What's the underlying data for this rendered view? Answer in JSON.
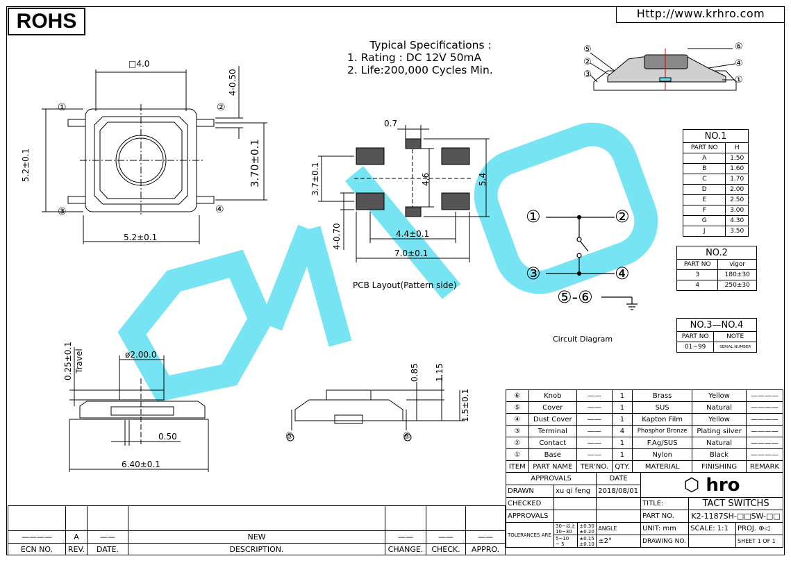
{
  "header": {
    "rohs": "ROHS",
    "url": "Http://www.krhro.com"
  },
  "specs": {
    "title": "Typical Specifications :",
    "line1": "1. Rating : DC 12V 50mA",
    "line2": "2. Life:200,000 Cycles Min."
  },
  "top_view": {
    "dim_top": "□4.0",
    "dim_bottom": "5.2±0.1",
    "dim_left": "5.2±0.1",
    "dim_right": "3.70±0.1",
    "dim_tr": "4-0.50",
    "pins": [
      "①",
      "②",
      "③",
      "④"
    ]
  },
  "pcb": {
    "caption": "PCB Layout(Pattern side)",
    "d07": "0.7",
    "d37": "3.7±0.1",
    "d46": "4.6",
    "d54": "5.4",
    "d44": "4.4±0.1",
    "d70": "7.0±0.1",
    "d470": "4-0.70"
  },
  "circuit": {
    "caption": "Circuit Diagram",
    "n1": "①",
    "n2": "②",
    "n3": "③",
    "n4": "④",
    "n56": "⑤-⑥"
  },
  "iso": {
    "labels": [
      "⑤",
      "⑥",
      "④",
      "②",
      "③",
      "①"
    ]
  },
  "side_left": {
    "d_travel": "0.25±0.1",
    "travel": "Travel",
    "d_knob": "ø2.00.0",
    "d_base": "0.50",
    "d_width": "6.40±0.1"
  },
  "side_right": {
    "d085": "0.85",
    "d115": "1.15",
    "d15": "1.5±0.1",
    "p5": "⑤",
    "p6": "⑥"
  },
  "no1": {
    "title": "NO.1",
    "col1": "PART NO",
    "col2": "H",
    "rows": [
      [
        "A",
        "1.50"
      ],
      [
        "B",
        "1.60"
      ],
      [
        "C",
        "1.70"
      ],
      [
        "D",
        "2.00"
      ],
      [
        "E",
        "2.50"
      ],
      [
        "F",
        "3.00"
      ],
      [
        "G",
        "4.30"
      ],
      [
        "J",
        "3.50"
      ]
    ]
  },
  "no2": {
    "title": "NO.2",
    "col1": "PART NO",
    "col2": "vigor",
    "rows": [
      [
        "3",
        "180±30"
      ],
      [
        "4",
        "250±30"
      ]
    ]
  },
  "no34": {
    "title": "NO.3—NO.4",
    "col1": "PART NO",
    "col2": "NOTE",
    "rows": [
      [
        "01~99",
        "SERIAL NUMBER"
      ]
    ]
  },
  "bom": {
    "rows": [
      [
        "⑥",
        "Knob",
        "——",
        "1",
        "Brass",
        "Yellow",
        "————"
      ],
      [
        "⑤",
        "Cover",
        "——",
        "1",
        "SUS",
        "Natural",
        "————"
      ],
      [
        "④",
        "Dust Cover",
        "——",
        "1",
        "Kapton Film",
        "Yellow",
        "————"
      ],
      [
        "③",
        "Terminal",
        "——",
        "4",
        "Phosphor Bronze",
        "Plating silver",
        "————"
      ],
      [
        "②",
        "Contact",
        "——",
        "1",
        "F.Ag/SUS",
        "Natural",
        "————"
      ],
      [
        "①",
        "Base",
        "——",
        "1",
        "Nylon",
        "Black",
        "————"
      ]
    ],
    "head": [
      "ITEM",
      "PART NAME",
      "TER'NO.",
      "QTY.",
      "MATERIAL",
      "FINISHING",
      "REMARK"
    ]
  },
  "titleblock": {
    "approvals": "APPROVALS",
    "date": "DATE",
    "drawn": "DRAWN",
    "drawn_by": "xu qi feng",
    "drawn_date": "2018/08/01",
    "checked": "CHECKED",
    "approvals2": "APPROVALS",
    "tolerances": "TOLERANCES ARE",
    "tol_ranges": [
      "30~以上",
      "10~30",
      "5~10",
      "~ 5"
    ],
    "tol_vals": [
      "±0.30",
      "±0.20",
      "±0.15",
      "±0.10"
    ],
    "angle": "ANGLE",
    "angle_val": "±2°",
    "logo": "hro",
    "title_label": "TITLE:",
    "title": "TACT SWITCHS",
    "partno_label": "PART NO.",
    "partno": "K2-1187SH-□□SW-□□",
    "unit": "UNIT: mm",
    "scale": "SCALE:  1:1",
    "proj": "PROJ.",
    "drawing_no": "DRAWING NO.",
    "sheet": "SHEET   1 OF 1"
  },
  "revblock": {
    "ecn_label": "ECN NO.",
    "rev_label": "REV.",
    "date_label": "DATE.",
    "desc_label": "DESCRIPTION.",
    "change": "CHANGE.",
    "check": "CHECK.",
    "appro": "APPRO.",
    "rev_val": "A",
    "desc_val": "NEW"
  }
}
